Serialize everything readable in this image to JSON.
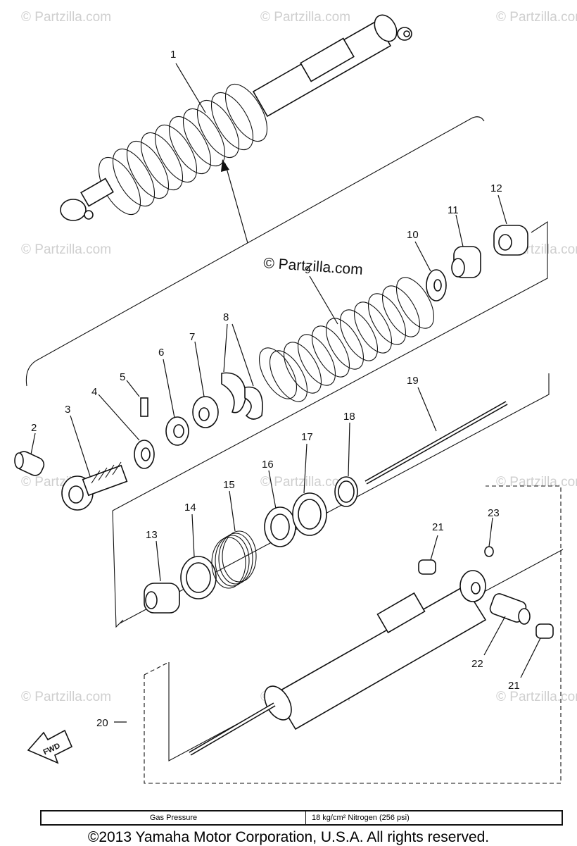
{
  "watermark": "© Partzilla.com",
  "center_watermark": "© Partzilla.com",
  "fwd_label": "FWD",
  "callouts": [
    {
      "id": "1",
      "text": "1"
    },
    {
      "id": "2",
      "text": "2"
    },
    {
      "id": "3",
      "text": "3"
    },
    {
      "id": "4",
      "text": "4"
    },
    {
      "id": "5",
      "text": "5"
    },
    {
      "id": "6",
      "text": "6"
    },
    {
      "id": "7",
      "text": "7"
    },
    {
      "id": "8",
      "text": "8"
    },
    {
      "id": "9",
      "text": "9"
    },
    {
      "id": "10",
      "text": "10"
    },
    {
      "id": "11",
      "text": "11"
    },
    {
      "id": "12",
      "text": "12"
    },
    {
      "id": "13",
      "text": "13"
    },
    {
      "id": "14",
      "text": "14"
    },
    {
      "id": "15",
      "text": "15"
    },
    {
      "id": "16",
      "text": "16"
    },
    {
      "id": "17",
      "text": "17"
    },
    {
      "id": "18",
      "text": "18"
    },
    {
      "id": "19",
      "text": "19"
    },
    {
      "id": "20",
      "text": "20"
    },
    {
      "id": "21a",
      "text": "21"
    },
    {
      "id": "21b",
      "text": "21"
    },
    {
      "id": "22",
      "text": "22"
    },
    {
      "id": "23",
      "text": "23"
    }
  ],
  "spec_table": {
    "label": "Gas Pressure",
    "value": "18 kg/cm² Nitrogen (256 psi)"
  },
  "copyright": "©2013 Yamaha Motor Corporation, U.S.A. All rights reserved."
}
